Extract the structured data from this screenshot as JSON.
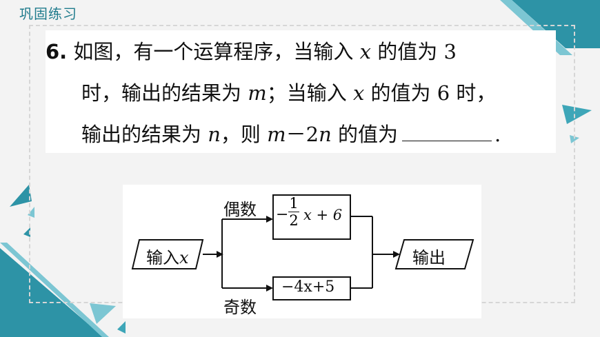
{
  "section": {
    "title": "巩固练习"
  },
  "question": {
    "number": "6.",
    "line1": {
      "t1": "如图，有一个运算程序，当输入 ",
      "v1": "x",
      "t2": " 的值为 3"
    },
    "line2": {
      "t1": "时，输出的结果为 ",
      "v1": "m",
      "t2": "；当输入 ",
      "v2": "x",
      "t3": " 的值为 6 时，"
    },
    "line3": {
      "t1": "输出的结果为 ",
      "v1": "n",
      "t2": "，则 ",
      "v2": "m",
      "t3": "－2",
      "v3": "n",
      "t4": " 的值为",
      "t5": "."
    }
  },
  "diagram": {
    "input_label": "输入",
    "input_var": "x",
    "even_label": "偶数",
    "odd_label": "奇数",
    "even_expr": {
      "sign": "−",
      "num": "1",
      "den": "2",
      "rest": "x + 6"
    },
    "odd_expr": "−4x+5",
    "output_label": "输出"
  },
  "colors": {
    "accent": "#1f7b8c",
    "accent_light": "#4fb0c2",
    "frame": "#d6d6d6"
  }
}
